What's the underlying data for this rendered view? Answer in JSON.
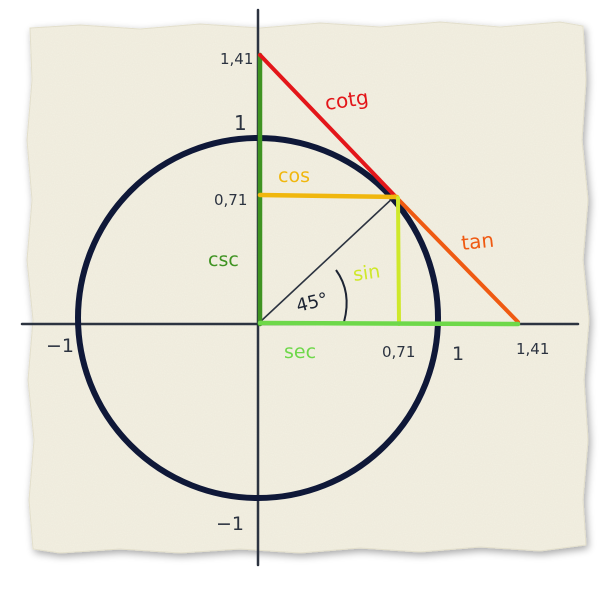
{
  "colors": {
    "paper": "#f3f0e2",
    "paper_edge": "#e4e0cd",
    "axis": "#2c3340",
    "circle": "#0f1838",
    "cotg": "#e3161a",
    "tan": "#ef5a12",
    "cos": "#f0b70e",
    "csc": "#3f9322",
    "sec": "#6ed84a",
    "sin": "#cfe82a",
    "radius": "#2c3340",
    "angle": "#1d2433"
  },
  "diagram": {
    "angle_label": "45°",
    "functions": {
      "cotg": "cotg",
      "tan": "tan",
      "cos": "cos",
      "sin": "sin",
      "csc": "csc",
      "sec": "sec"
    },
    "x_ticks": [
      "−1",
      "0,71",
      "1",
      "1,41"
    ],
    "y_ticks": [
      "1,41",
      "1",
      "0,71",
      "−1"
    ]
  }
}
